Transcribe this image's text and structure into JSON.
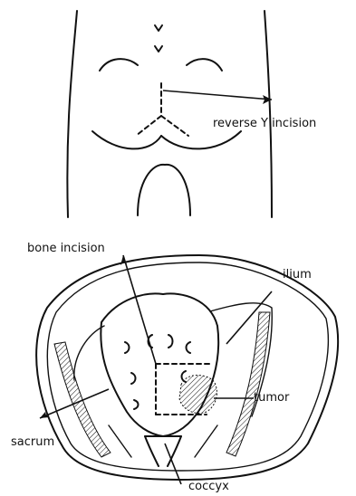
{
  "figure": {
    "top": {
      "reverse_y_label": "reverse Y incision"
    },
    "bottom": {
      "bone_incision_label": "bone incision",
      "ilium_label": "ilium",
      "tumor_label": "tumor",
      "sacrum_label": "sacrum",
      "coccyx_label": "coccyx"
    }
  }
}
